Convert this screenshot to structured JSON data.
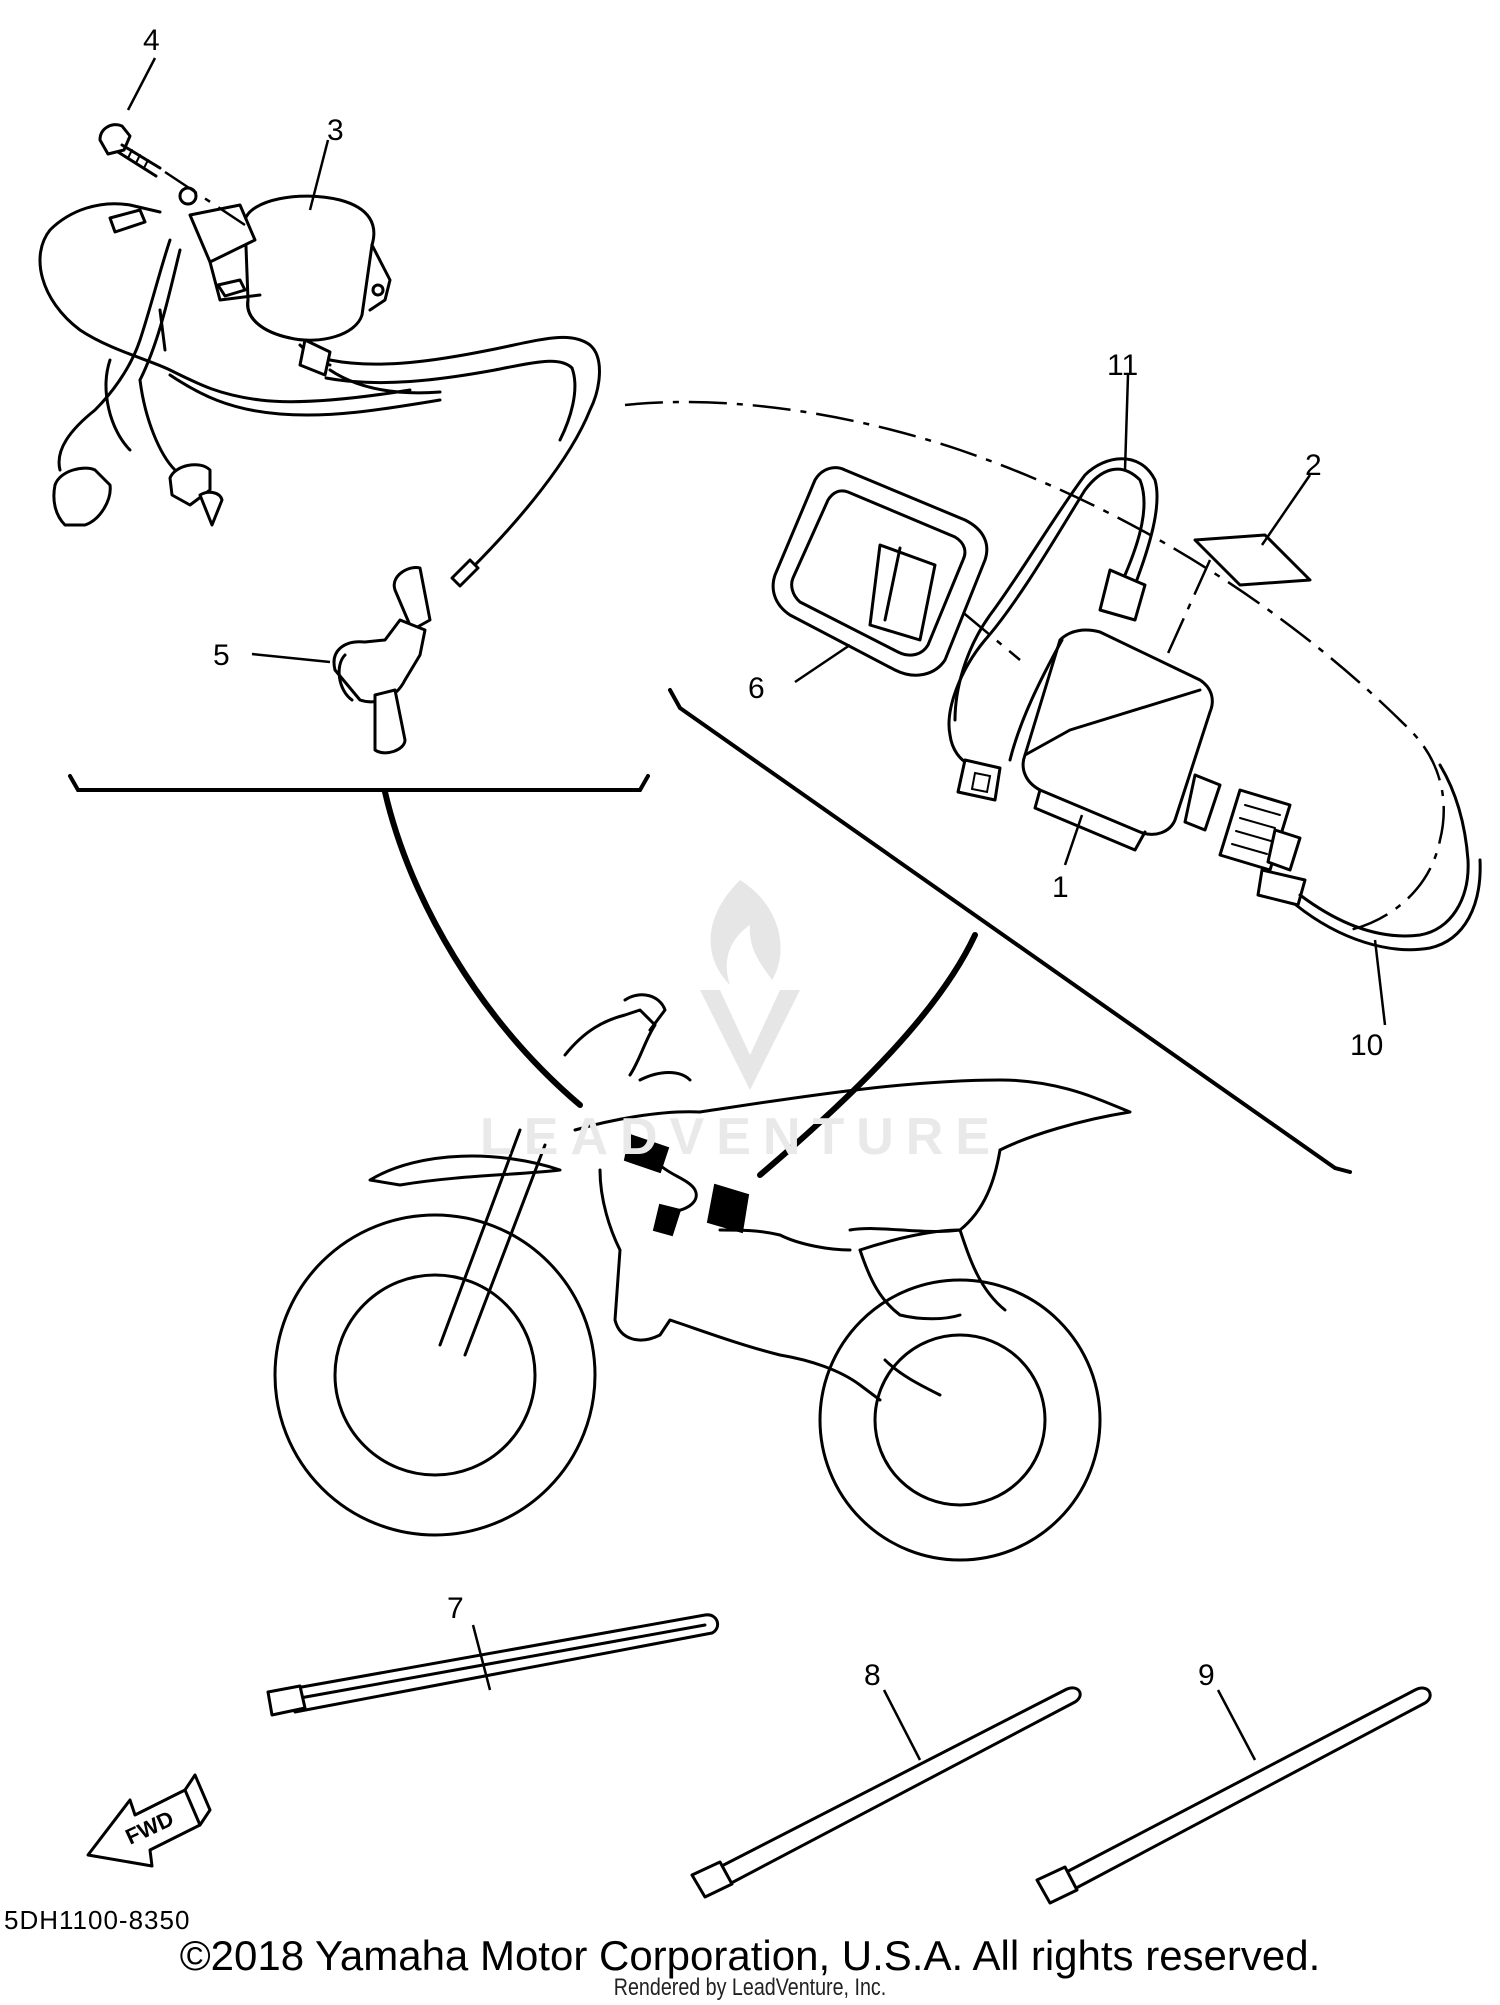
{
  "diagram": {
    "callouts": [
      {
        "id": "1",
        "label": "1"
      },
      {
        "id": "2",
        "label": "2"
      },
      {
        "id": "3",
        "label": "3"
      },
      {
        "id": "4",
        "label": "4"
      },
      {
        "id": "5",
        "label": "5"
      },
      {
        "id": "6",
        "label": "6"
      },
      {
        "id": "7",
        "label": "7"
      },
      {
        "id": "8",
        "label": "8"
      },
      {
        "id": "9",
        "label": "9"
      },
      {
        "id": "10",
        "label": "10"
      },
      {
        "id": "11",
        "label": "11"
      }
    ],
    "fwd_arrow_label": "FWD",
    "diagram_code": "5DH1100-8350",
    "watermark_text": "LEADVENTURE"
  },
  "footer": {
    "copyright": "©2018 Yamaha Motor Corporation, U.S.A. All rights reserved.",
    "rendered_by": "Rendered by LeadVenture, Inc."
  }
}
